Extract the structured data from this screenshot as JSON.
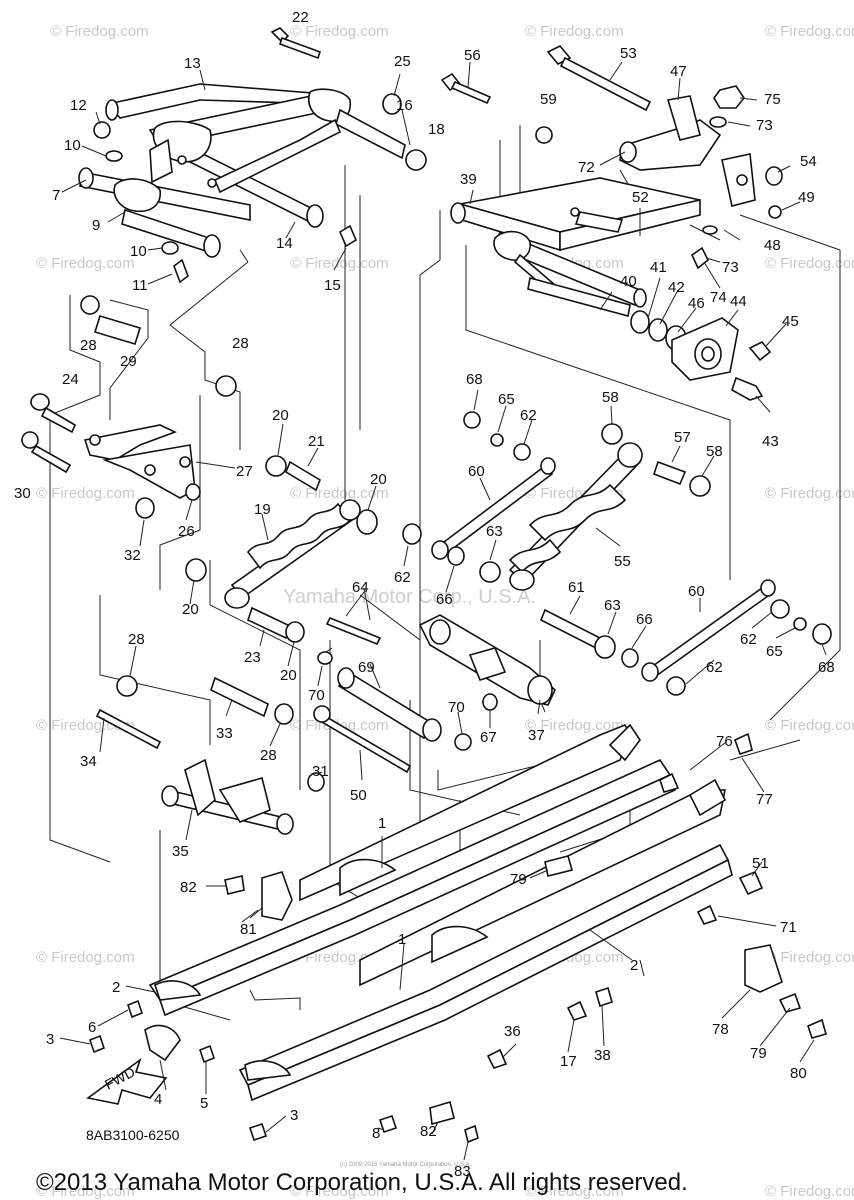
{
  "watermark": {
    "text": "© Firedog.com",
    "center_text": "Yamaha Motor Corp., U.S.A."
  },
  "diagram_code": "8AB3100-6250",
  "copyright": "©2013 Yamaha Motor Corporation, U.S.A. All rights reserved.",
  "fine_print": "(c) 2009-2015 Yamaha Motor Corporation, U.S.A.",
  "fwd_label": "FWD",
  "callouts": [
    "1",
    "1",
    "2",
    "2",
    "3",
    "3",
    "4",
    "5",
    "6",
    "7",
    "8",
    "9",
    "10",
    "10",
    "11",
    "12",
    "13",
    "14",
    "15",
    "16",
    "17",
    "18",
    "19",
    "20",
    "20",
    "20",
    "20",
    "21",
    "22",
    "23",
    "24",
    "25",
    "26",
    "27",
    "28",
    "28",
    "28",
    "28",
    "29",
    "30",
    "31",
    "32",
    "33",
    "34",
    "35",
    "36",
    "37",
    "38",
    "39",
    "40",
    "41",
    "42",
    "43",
    "44",
    "45",
    "46",
    "47",
    "48",
    "49",
    "50",
    "51",
    "52",
    "53",
    "54",
    "55",
    "56",
    "57",
    "58",
    "58",
    "59",
    "60",
    "60",
    "61",
    "62",
    "62",
    "62",
    "62",
    "63",
    "63",
    "64",
    "65",
    "65",
    "66",
    "66",
    "67",
    "68",
    "68",
    "69",
    "70",
    "70",
    "71",
    "72",
    "73",
    "73",
    "74",
    "75",
    "76",
    "77",
    "78",
    "79",
    "79",
    "80",
    "81",
    "82",
    "82",
    "83"
  ]
}
